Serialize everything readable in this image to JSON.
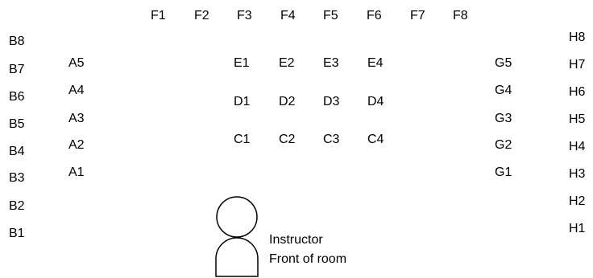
{
  "row_f": [
    "F1",
    "F2",
    "F3",
    "F4",
    "F5",
    "F6",
    "F7",
    "F8"
  ],
  "column_b": [
    "B8",
    "B7",
    "B6",
    "B5",
    "B4",
    "B3",
    "B2",
    "B1"
  ],
  "column_a": [
    "A5",
    "A4",
    "A3",
    "A2",
    "A1"
  ],
  "row_e": [
    "E1",
    "E2",
    "E3",
    "E4"
  ],
  "row_d": [
    "D1",
    "D2",
    "D3",
    "D4"
  ],
  "row_c": [
    "C1",
    "C2",
    "C3",
    "C4"
  ],
  "column_g": [
    "G5",
    "G4",
    "G3",
    "G2",
    "G1"
  ],
  "column_h": [
    "H8",
    "H7",
    "H6",
    "H5",
    "H4",
    "H3",
    "H2",
    "H1"
  ],
  "instructor": {
    "line1": "Instructor",
    "line2": "Front of room"
  }
}
